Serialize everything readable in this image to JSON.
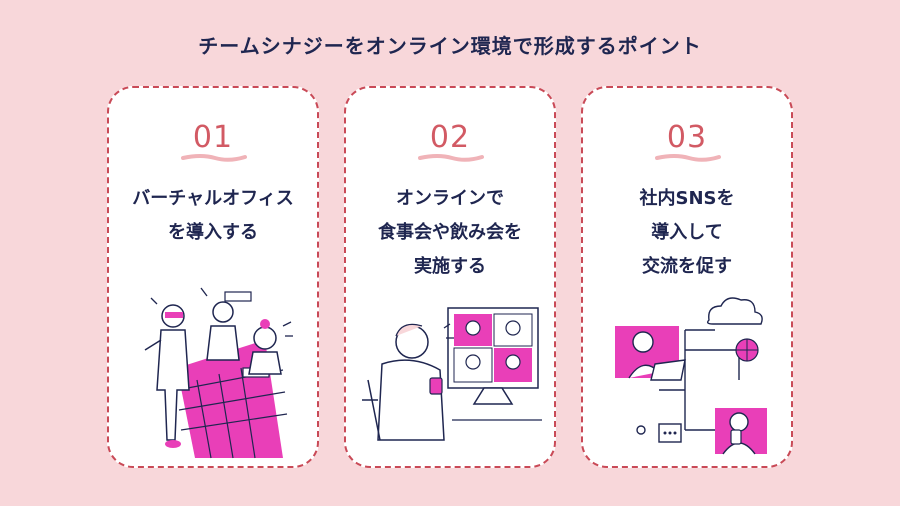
{
  "title": "チームシナジーをオンライン環境で形成するポイント",
  "cards": [
    {
      "number": "01",
      "lines": [
        "バーチャルオフィス",
        "を導入する"
      ],
      "illustration": "virtual-office-icon"
    },
    {
      "number": "02",
      "lines": [
        "オンラインで",
        "食事会や飲み会を",
        "実施する"
      ],
      "illustration": "online-party-icon"
    },
    {
      "number": "03",
      "lines": [
        "社内SNSを",
        "導入して",
        "交流を促す"
      ],
      "illustration": "internal-sns-icon"
    }
  ],
  "colors": {
    "background": "#f8d7da",
    "accent": "#e93fb8",
    "number": "#d25a64",
    "border": "#c94a57",
    "text": "#1f2650"
  }
}
